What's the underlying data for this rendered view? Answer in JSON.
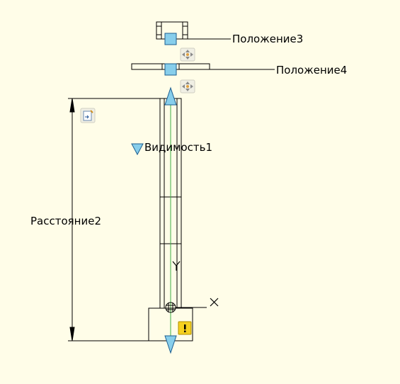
{
  "canvas": {
    "background": "#fffde8",
    "line_color": "#000000",
    "axis_color": "#3cb044",
    "grip_fill": "#87ceeb",
    "grip_stroke": "#1e5f91"
  },
  "labels": {
    "position3": "Положение3",
    "position4": "Положение4",
    "visibility": "Видимость1",
    "distance": "Расстояние2"
  },
  "ucs": {
    "x_axis": "X",
    "y_axis": "Y"
  },
  "icons": {
    "move_grip_1": "move-cross-icon",
    "move_grip_2": "move-cross-icon",
    "param_icon": "parameter-edit-icon",
    "warning": "warning-icon"
  }
}
